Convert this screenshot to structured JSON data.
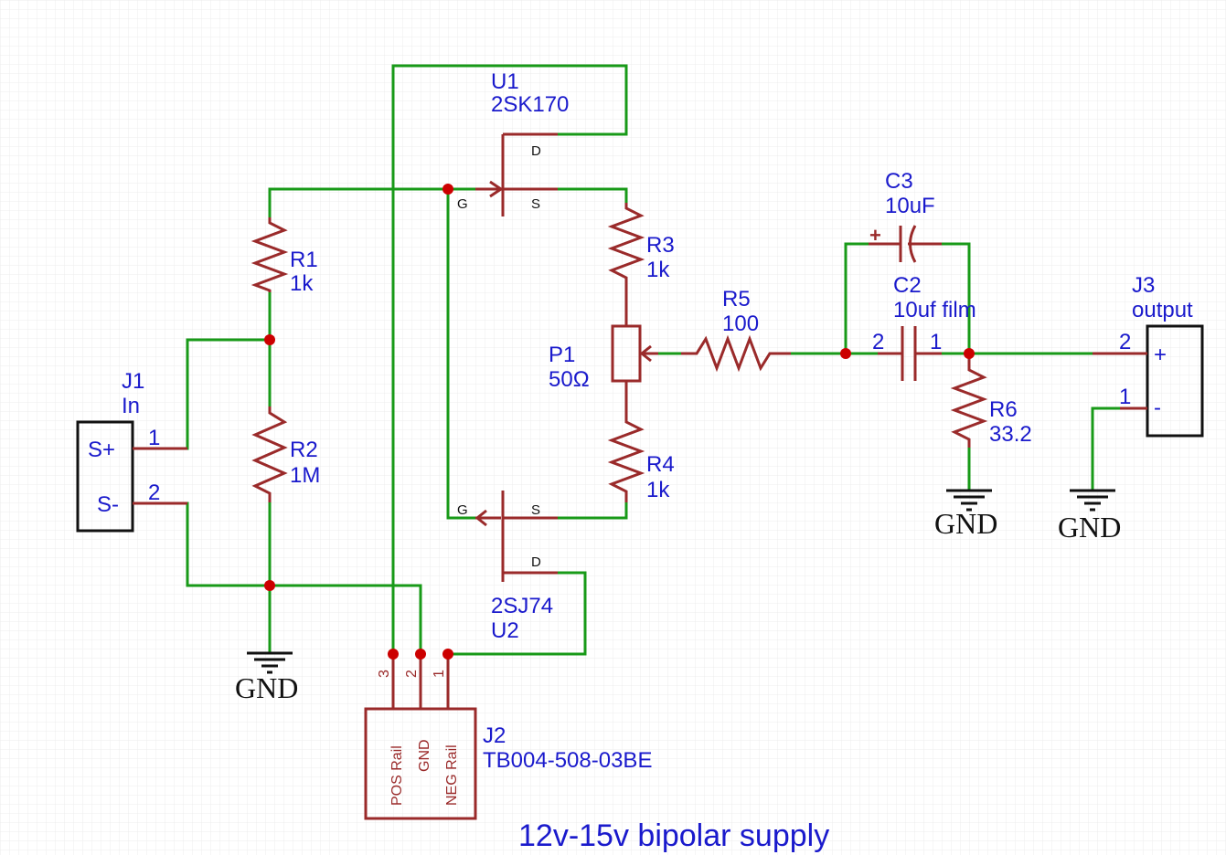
{
  "components": {
    "J1": {
      "ref": "J1",
      "value": "In",
      "pins": [
        "S+",
        "S-"
      ],
      "pin_numbers": [
        "1",
        "2"
      ]
    },
    "R1": {
      "ref": "R1",
      "value": "1k"
    },
    "R2": {
      "ref": "R2",
      "value": "1M"
    },
    "U1": {
      "ref": "U1",
      "value": "2SK170",
      "pins": {
        "d": "D",
        "g": "G",
        "s": "S"
      }
    },
    "U2": {
      "ref": "U2",
      "value": "2SJ74",
      "pins": {
        "d": "D",
        "g": "G",
        "s": "S"
      }
    },
    "R3": {
      "ref": "R3",
      "value": "1k"
    },
    "R4": {
      "ref": "R4",
      "value": "1k"
    },
    "P1": {
      "ref": "P1",
      "value": "50Ω"
    },
    "R5": {
      "ref": "R5",
      "value": "100"
    },
    "C3": {
      "ref": "C3",
      "value": "10uF",
      "polarity": "+"
    },
    "C2": {
      "ref": "C2",
      "value": "10uf film",
      "pin_numbers": [
        "2",
        "1"
      ]
    },
    "R6": {
      "ref": "R6",
      "value": "33.2"
    },
    "J3": {
      "ref": "J3",
      "value": "output",
      "pins": [
        "+",
        "-"
      ],
      "pin_numbers": [
        "2",
        "1"
      ]
    },
    "J2": {
      "ref": "J2",
      "value": "TB004-508-03BE",
      "pins": [
        "POS Rail",
        "GND",
        "NEG Rail"
      ],
      "pin_numbers": [
        "3",
        "2",
        "1"
      ]
    }
  },
  "ground_label": "GND",
  "note": "12v-15v bipolar supply",
  "colors": {
    "wire": "#189a18",
    "component": "#9a2a2a",
    "text": "#1a1acc",
    "junction": "#cc0000",
    "grid": "#e6e6e6"
  }
}
